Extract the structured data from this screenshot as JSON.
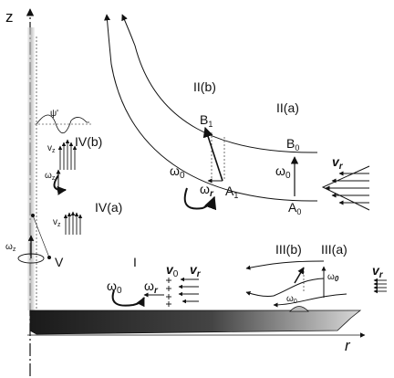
{
  "axes": {
    "z": "z",
    "r": "r"
  },
  "regions": {
    "I": "I",
    "IIa": "II(a)",
    "IIb": "II(b)",
    "IIIa": "III(a)",
    "IIIb": "III(b)",
    "IVa": "IV(a)",
    "IVb": "IV(b)"
  },
  "points": {
    "A0": "A",
    "A0_sub": "0",
    "A1": "A",
    "A1_sub": "1",
    "B0": "B",
    "B0_sub": "0",
    "B1": "B",
    "B1_sub": "1",
    "V": "V"
  },
  "symbols": {
    "omega": "ω",
    "omega0_sub": "0",
    "omega_r_sub": "r",
    "omega_z_sub": "z",
    "v": "v",
    "vz_sub": "z",
    "v0_sub": "0",
    "vr_sub": "r",
    "psi_prime": "ψ'"
  },
  "colors": {
    "ink": "#111111",
    "ground_dark": "#1a1a1a",
    "ground_light": "#d8d8d8"
  }
}
